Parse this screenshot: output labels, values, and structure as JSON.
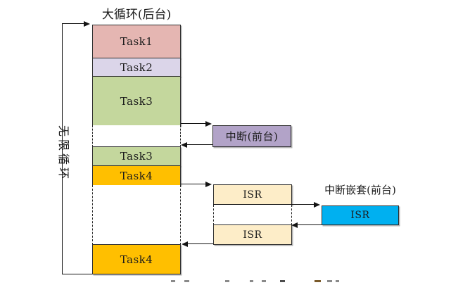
{
  "diagram": {
    "title": "大循环(后台)",
    "loop_label": "无限循环",
    "nested_title": "中断嵌套(前台)",
    "boxes": {
      "task1": {
        "label": "Task1",
        "color": "#e5b6b2"
      },
      "task2": {
        "label": "Task2",
        "color": "#dbd5e9"
      },
      "task3_first": {
        "label": "Task3",
        "color": "#c4d79d"
      },
      "task3_second": {
        "label": "Task3",
        "color": "#c4d79d"
      },
      "task4_first": {
        "label": "Task4",
        "color": "#ffbf00"
      },
      "task4_second": {
        "label": "Task4",
        "color": "#ffbf00"
      },
      "interrupt": {
        "label": "中断(前台)",
        "color": "#b2a3c8"
      },
      "isr_first": {
        "label": "ISR",
        "color": "#fdedc8"
      },
      "isr_second": {
        "label": "ISR",
        "color": "#fdedc8"
      },
      "isr_nested": {
        "label": "ISR",
        "color": "#00b0f0"
      }
    },
    "colors": {
      "border": "#2e2e2e",
      "line": "#141414",
      "nested_isr_blue": "#00b0f0",
      "background": "#ffffff"
    }
  }
}
